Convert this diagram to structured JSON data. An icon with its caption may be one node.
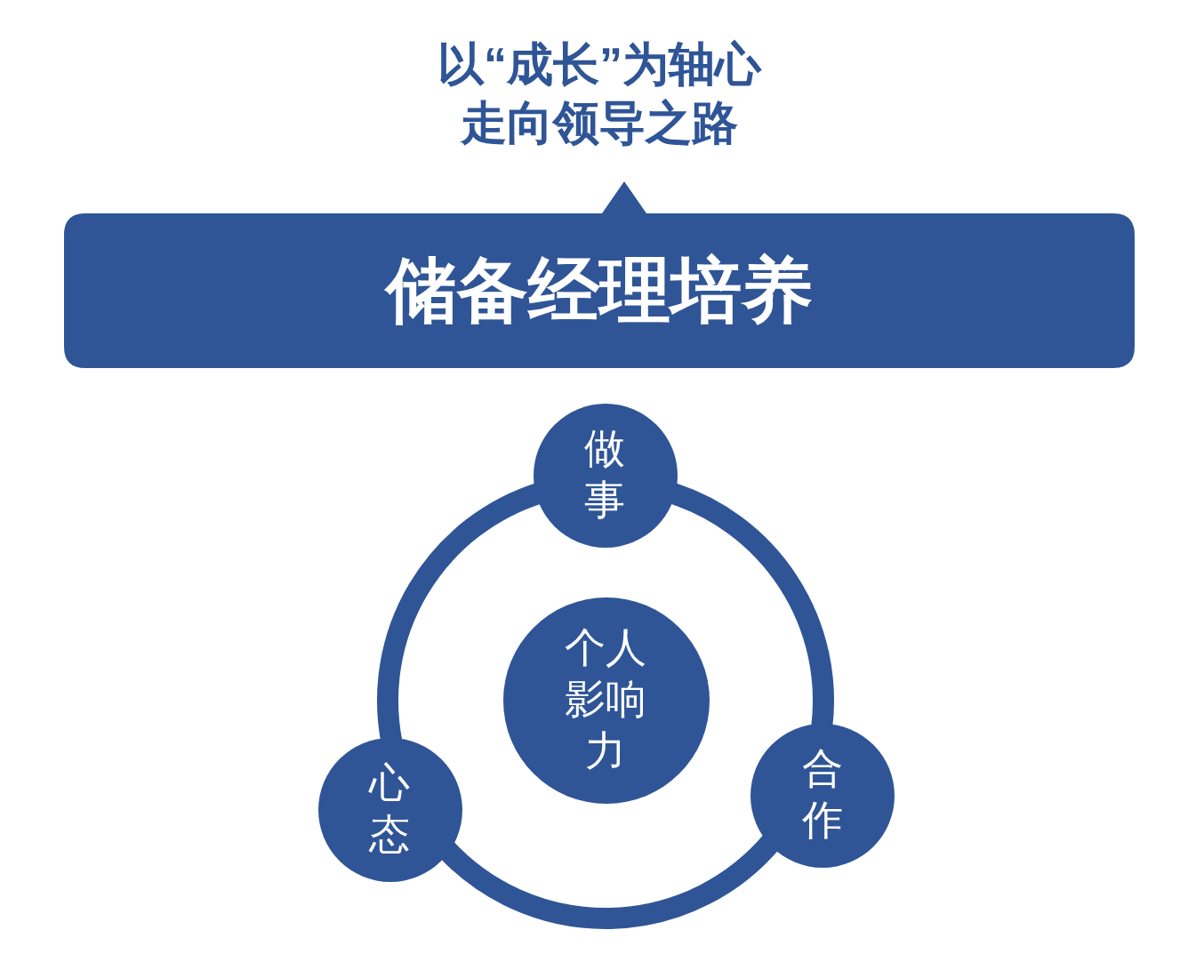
{
  "diagram": {
    "title": "以“成长”为轴心走向领导之路",
    "nodes": [
      {
        "text": [
          "储备经理培养"
        ]
      },
      {
        "text": [
          "做事"
        ]
      },
      {
        "text": [
          "个人影响力"
        ]
      },
      {
        "text": [
          "心态"
        ]
      },
      {
        "text": [
          "合作"
        ]
      }
    ],
    "edges": [
      {
        "from": 1,
        "to": 4,
        "arrow": "none"
      },
      {
        "from": 4,
        "to": 3,
        "arrow": "none"
      },
      {
        "from": 3,
        "to": 1,
        "arrow": "none"
      }
    ]
  }
}
